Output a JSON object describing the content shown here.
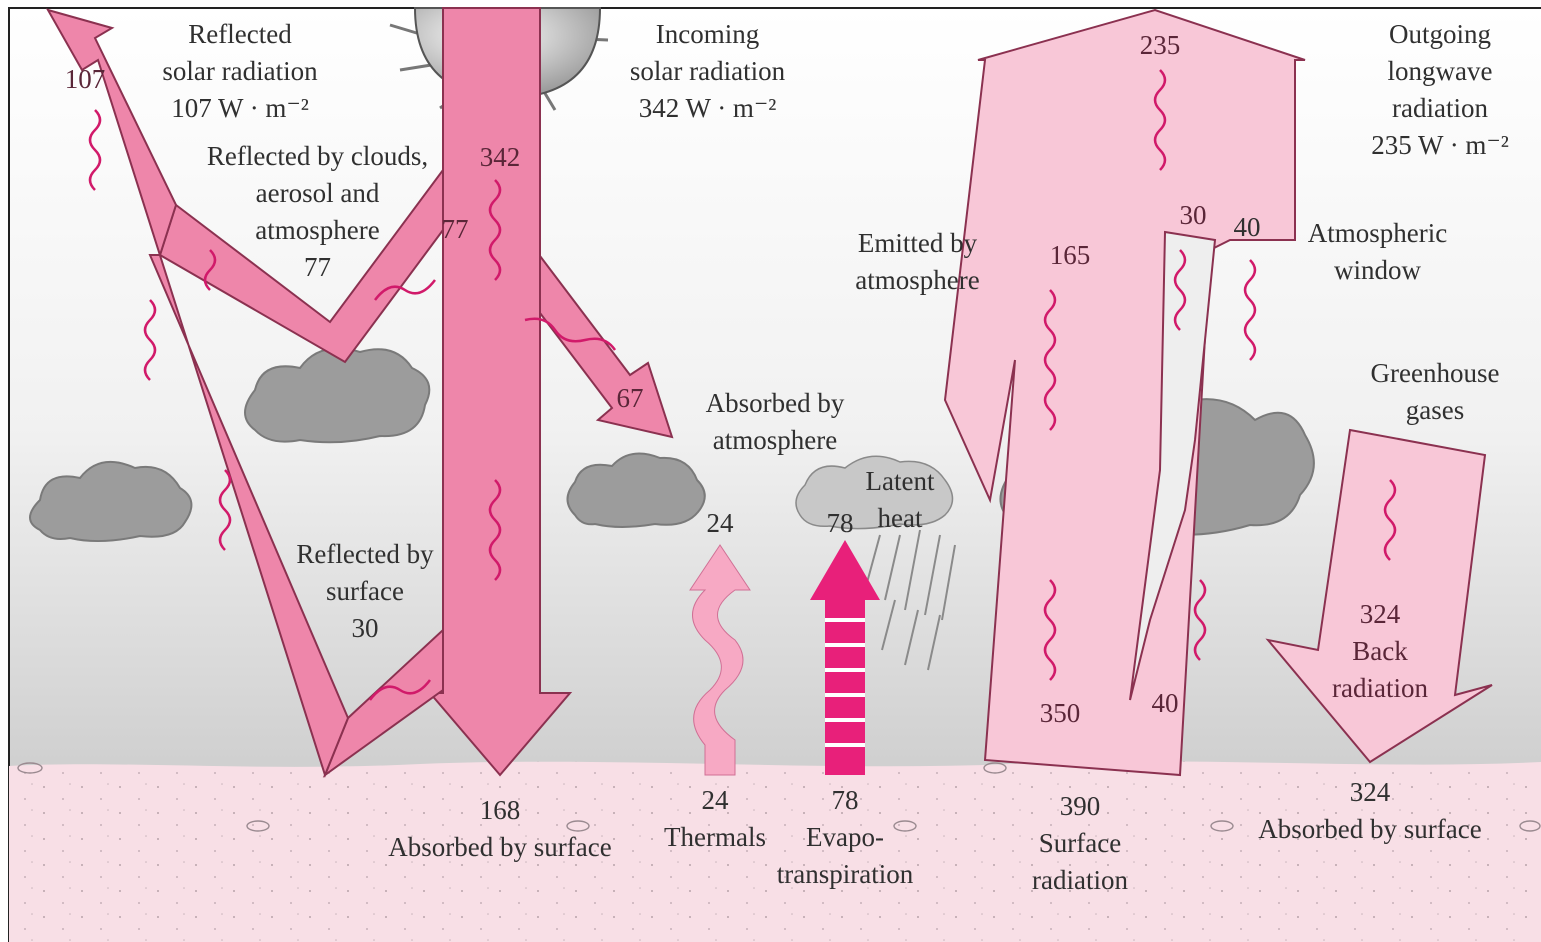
{
  "colors": {
    "solar_arrow": "#ee86aa",
    "longwave_arrow": "#f8c7d7",
    "evapo_arrow": "#e8207a",
    "thermals_arrow": "#f7a9c4",
    "ground": "#f8dfe6",
    "sky_bottom": "#d8d8d8",
    "cloud": "#9a9a9a"
  },
  "labels": {
    "reflected_solar": "Reflected\nsolar radiation\n107 W · m⁻²",
    "incoming_solar": "Incoming\nsolar radiation\n342 W · m⁻²",
    "outgoing_longwave": "Outgoing\nlongwave\nradiation\n235 W · m⁻²",
    "reflected_clouds": "Reflected by clouds,\naerosol and\natmosphere\n77",
    "emitted_atmosphere": "Emitted by\natmosphere",
    "atmospheric_window": "Atmospheric\nwindow",
    "greenhouse_gases": "Greenhouse\ngases",
    "absorbed_atmosphere": "Absorbed by\natmosphere",
    "latent_heat": "Latent\nheat",
    "reflected_surface": "Reflected by\nsurface\n30",
    "back_radiation": "324\nBack\nradiation",
    "absorbed_surface_solar": "168\nAbsorbed by surface",
    "thermals": "24\nThermals",
    "evapotranspiration": "78\nEvapo-\ntranspiration",
    "surface_radiation": "390\nSurface\nradiation",
    "absorbed_surface_back": "324\nAbsorbed by surface"
  },
  "values": {
    "reflected_top": "107",
    "incoming_top": "342",
    "reflected_clouds_arrow": "77",
    "absorbed_atm_arrow": "67",
    "thermals_top": "24",
    "latent_top": "78",
    "outgoing_top": "235",
    "emitted_atm": "165",
    "window_30": "30",
    "window_40": "40",
    "surface_350": "350",
    "surface_40": "40"
  }
}
